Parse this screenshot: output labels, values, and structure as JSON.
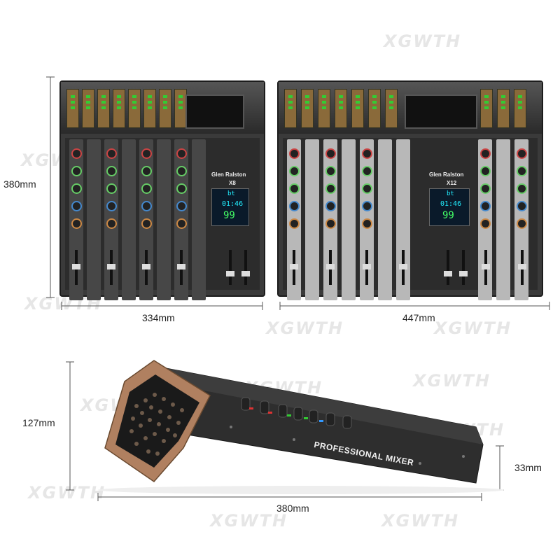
{
  "watermark": "XGWTH",
  "dimensions": {
    "height_front": "380mm",
    "width_small": "334mm",
    "width_large": "447mm",
    "height_side": "127mm",
    "depth_side": "380mm",
    "thickness_front": "33mm"
  },
  "mixer_small": {
    "brand": "Glen Ralston",
    "model": "X8",
    "display_top": "bt",
    "display_time": "01:46",
    "display_num": "99"
  },
  "mixer_large": {
    "brand": "Glen Ralston",
    "model": "X12",
    "display_top": "bt",
    "display_time": "01:46",
    "display_num": "99"
  },
  "side_view": {
    "label": "PROFESSIONAL MIXER"
  },
  "colors": {
    "casing": "#2e2e2e",
    "panel_gold": "#8a6a3a",
    "side_copper": "#b08060",
    "knob_green": "#66cc66"
  }
}
